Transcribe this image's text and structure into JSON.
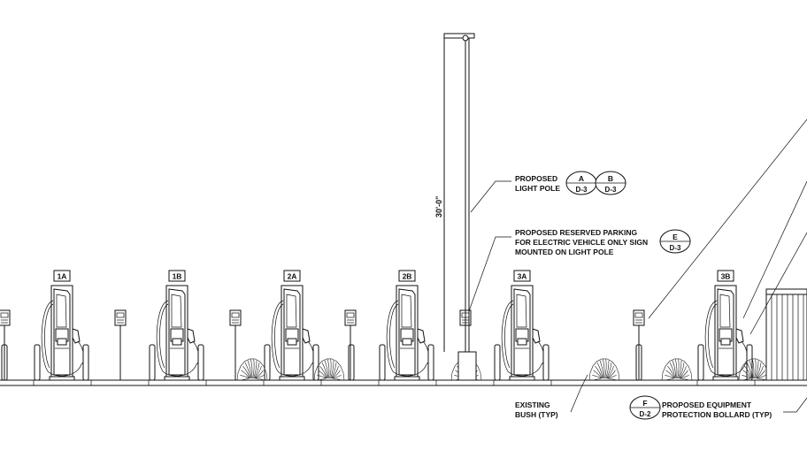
{
  "chargers": [
    {
      "label": "1A"
    },
    {
      "label": "1B"
    },
    {
      "label": "2A"
    },
    {
      "label": "2B"
    },
    {
      "label": "3A"
    },
    {
      "label": "3B"
    }
  ],
  "dimension": {
    "text": "30'-0\""
  },
  "callouts": {
    "light_pole": {
      "lines": [
        "PROPOSED",
        "LIGHT POLE"
      ],
      "refs": [
        {
          "top": "A",
          "bottom": "D-3"
        },
        {
          "top": "B",
          "bottom": "D-3"
        }
      ]
    },
    "ev_sign": {
      "lines": [
        "PROPOSED RESERVED PARKING",
        "FOR ELECTRIC VEHICLE ONLY SIGN",
        "MOUNTED ON LIGHT POLE"
      ],
      "refs": [
        {
          "top": "E",
          "bottom": "D-3"
        }
      ]
    },
    "bush": {
      "lines": [
        "EXISTING",
        "BUSH (TYP)"
      ]
    },
    "bollard": {
      "lines": [
        "PROPOSED EQUIPMENT",
        "PROTECTION BOLLARD (TYP)"
      ],
      "refs": [
        {
          "top": "F",
          "bottom": "D-2"
        }
      ]
    }
  }
}
